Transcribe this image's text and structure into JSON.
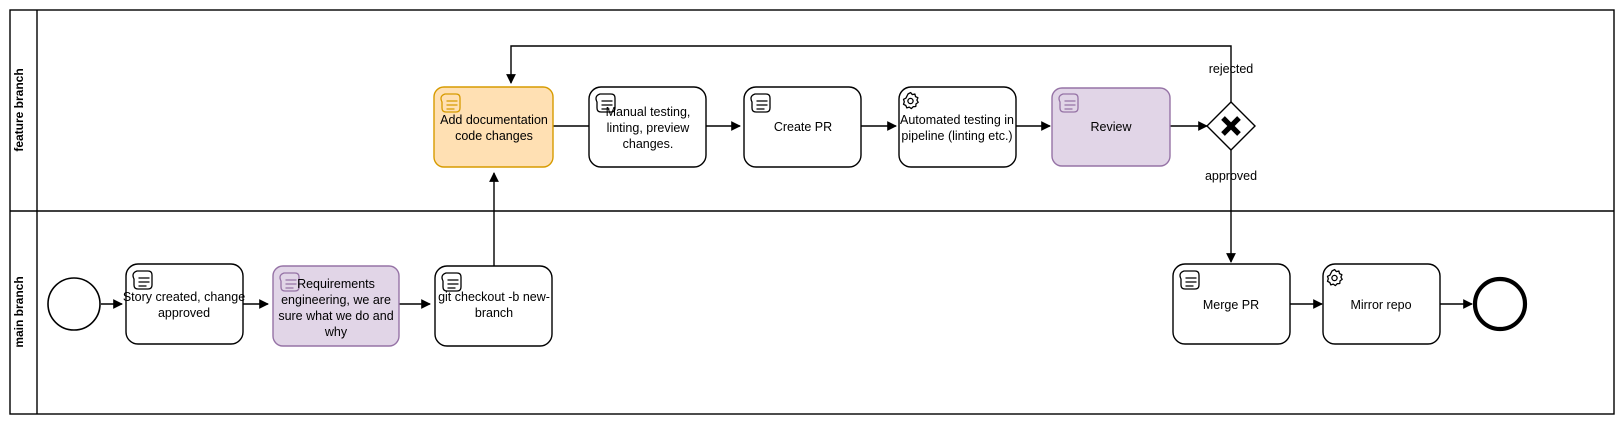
{
  "diagram": {
    "title": "Feature branch / main branch development process",
    "type": "bpmn-process-diagram",
    "colors": {
      "orange_fill": "#ffe0b3",
      "orange_stroke": "#d79b00",
      "purple_fill": "#e1d5e7",
      "purple_stroke": "#9673a6",
      "default_fill": "#ffffff",
      "default_stroke": "#000000",
      "background": "#ffffff"
    }
  },
  "lanes": [
    {
      "id": "lane-feature",
      "label": "feature branch"
    },
    {
      "id": "lane-main",
      "label": "main branch"
    }
  ],
  "nodes": [
    {
      "id": "start-event",
      "kind": "start-event",
      "lane": "main branch",
      "label": "",
      "icon": "none"
    },
    {
      "id": "story-created",
      "kind": "task",
      "lane": "main branch",
      "label": "Story created, change approved",
      "lines": [
        "Story created, change",
        "approved"
      ],
      "icon": "manual-task-icon",
      "style": "default"
    },
    {
      "id": "requirements-engineering",
      "kind": "task",
      "lane": "main branch",
      "label": "Requirements engineering, we are sure what we do and why",
      "lines": [
        "Requirements",
        "engineering, we are",
        "sure what we do and",
        "why"
      ],
      "icon": "manual-task-icon",
      "style": "purple"
    },
    {
      "id": "git-checkout",
      "kind": "task",
      "lane": "main branch",
      "label": "git checkout -b new-branch",
      "lines": [
        "git checkout -b new-",
        "branch"
      ],
      "icon": "manual-task-icon",
      "style": "default"
    },
    {
      "id": "add-documentation",
      "kind": "task",
      "lane": "feature branch",
      "label": "Add documentation code changes",
      "lines": [
        "Add documentation",
        "code changes"
      ],
      "icon": "manual-task-icon",
      "style": "orange"
    },
    {
      "id": "manual-testing",
      "kind": "task",
      "lane": "feature branch",
      "label": "Manual testing, linting, preview changes.",
      "lines": [
        "Manual testing,",
        "linting, preview",
        "changes."
      ],
      "icon": "manual-task-icon",
      "style": "default"
    },
    {
      "id": "create-pr",
      "kind": "task",
      "lane": "feature branch",
      "label": "Create PR",
      "lines": [
        "Create PR"
      ],
      "icon": "manual-task-icon",
      "style": "default"
    },
    {
      "id": "automated-testing",
      "kind": "task",
      "lane": "feature branch",
      "label": "Automated testing in pipeline (linting etc.)",
      "lines": [
        "Automated testing in",
        "pipeline (linting etc.)"
      ],
      "icon": "service-task-gear-icon",
      "style": "default"
    },
    {
      "id": "review",
      "kind": "task",
      "lane": "feature branch",
      "label": "Review",
      "lines": [
        "Review"
      ],
      "icon": "manual-task-icon",
      "style": "purple"
    },
    {
      "id": "gateway-review-decision",
      "kind": "exclusive-gateway",
      "lane": "feature branch",
      "label": "",
      "icon": "gateway-x-icon"
    },
    {
      "id": "merge-pr",
      "kind": "task",
      "lane": "main branch",
      "label": "Merge PR",
      "lines": [
        "Merge PR"
      ],
      "icon": "manual-task-icon",
      "style": "default"
    },
    {
      "id": "mirror-repo",
      "kind": "task",
      "lane": "main branch",
      "label": "Mirror repo",
      "lines": [
        "Mirror repo"
      ],
      "icon": "service-task-gear-icon",
      "style": "default"
    },
    {
      "id": "end-event",
      "kind": "end-event",
      "lane": "main branch",
      "label": "",
      "icon": "none"
    }
  ],
  "flows": [
    {
      "id": "flow-start-story",
      "from": "start-event",
      "to": "story-created",
      "label": ""
    },
    {
      "id": "flow-story-requirements",
      "from": "story-created",
      "to": "requirements-engineering",
      "label": ""
    },
    {
      "id": "flow-requirements-checkout",
      "from": "requirements-engineering",
      "to": "git-checkout",
      "label": ""
    },
    {
      "id": "flow-checkout-adddoc",
      "from": "git-checkout",
      "to": "add-documentation",
      "label": ""
    },
    {
      "id": "flow-adddoc-manualtesting",
      "from": "add-documentation",
      "to": "manual-testing",
      "label": ""
    },
    {
      "id": "flow-manualtesting-createpr",
      "from": "manual-testing",
      "to": "create-pr",
      "label": ""
    },
    {
      "id": "flow-createpr-automated",
      "from": "create-pr",
      "to": "automated-testing",
      "label": ""
    },
    {
      "id": "flow-automated-review",
      "from": "automated-testing",
      "to": "review",
      "label": ""
    },
    {
      "id": "flow-review-gateway",
      "from": "review",
      "to": "gateway-review-decision",
      "label": ""
    },
    {
      "id": "flow-gateway-rejected",
      "from": "gateway-review-decision",
      "to": "add-documentation",
      "label": "rejected"
    },
    {
      "id": "flow-gateway-approved",
      "from": "gateway-review-decision",
      "to": "merge-pr",
      "label": "approved"
    },
    {
      "id": "flow-mergepr-mirror",
      "from": "merge-pr",
      "to": "mirror-repo",
      "label": ""
    },
    {
      "id": "flow-mirror-end",
      "from": "mirror-repo",
      "to": "end-event",
      "label": ""
    }
  ],
  "flow_labels": {
    "rejected": "rejected",
    "approved": "approved"
  }
}
